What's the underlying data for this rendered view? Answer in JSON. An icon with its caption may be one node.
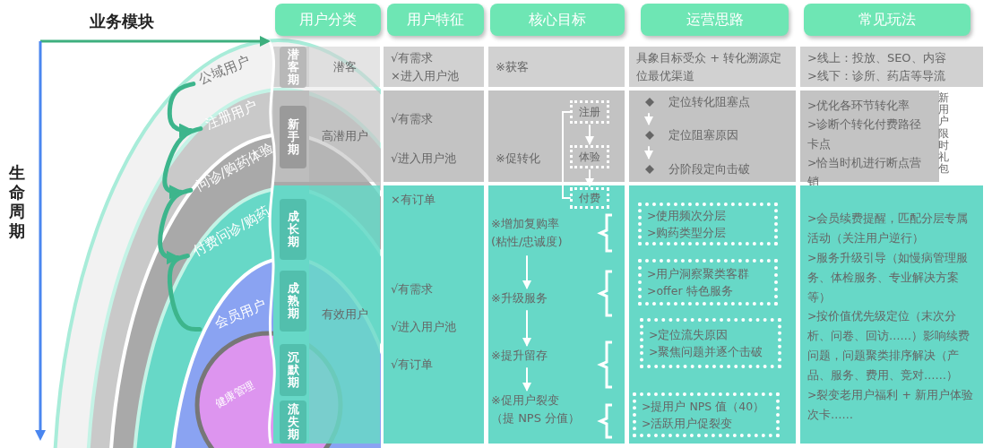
{
  "diagram": {
    "nodes": [
      {
        "text": [
          "公域用户"
        ]
      },
      {
        "text": [
          "注册用户"
        ]
      },
      {
        "text": [
          "问诊/购药体验"
        ]
      },
      {
        "text": [
          "付费问诊/购药"
        ]
      },
      {
        "text": [
          "会员用户"
        ]
      },
      {
        "text": [
          "健康管理"
        ]
      },
      {
        "text": [
          "用户分类"
        ]
      },
      {
        "text": [
          "用户特征"
        ]
      },
      {
        "text": [
          "核心目标"
        ]
      },
      {
        "text": [
          "运营思路"
        ]
      },
      {
        "text": [
          "常见玩法"
        ]
      },
      {
        "text": [
          "潜客期"
        ]
      },
      {
        "text": [
          "新手期"
        ]
      },
      {
        "text": [
          "成长期"
        ]
      },
      {
        "text": [
          "成熟期"
        ]
      },
      {
        "text": [
          "沉默期"
        ]
      },
      {
        "text": [
          "流失期"
        ]
      },
      {
        "text": [
          "潜客"
        ]
      },
      {
        "text": [
          "√有需求",
          "×进入用户池"
        ]
      },
      {
        "text": [
          "※获客"
        ]
      },
      {
        "text": [
          "具象目标受众 + 转化溯源定位最优渠道"
        ]
      },
      {
        "text": [
          ">线上：投放、SEO、内容",
          ">线下：诊所、药店等导流"
        ]
      },
      {
        "text": [
          "高潜用户"
        ]
      },
      {
        "text": [
          "√有需求",
          "√进入用户池"
        ]
      },
      {
        "text": [
          "※促转化"
        ]
      },
      {
        "text": [
          "注册"
        ],
        "in": 24
      },
      {
        "text": [
          "体验"
        ],
        "in": 24
      },
      {
        "text": [],
        "shape": "box"
      },
      {
        "text": [
          "定位转化阻塞点"
        ],
        "in": 27
      },
      {
        "text": [
          "定位阻塞原因"
        ],
        "in": 27
      },
      {
        "text": [
          "分阶段定向击破"
        ],
        "in": 27
      },
      {
        "text": [
          ">优化各环节转化率",
          ">诊断个转化付费路径卡点",
          ">恰当时机进行断点营销"
        ]
      },
      {
        "text": [
          "新用户限时礼包"
        ]
      },
      {
        "text": [
          "有效用户"
        ]
      },
      {
        "text": [
          "×有订单",
          "√有需求",
          "√进入用户池",
          "√有订单"
        ]
      },
      {
        "text": [],
        "shape": "box"
      },
      {
        "text": [
          "付费"
        ],
        "in": 35
      },
      {
        "text": [
          "※增加复购率(粘性/忠诚度)"
        ],
        "in": 35
      },
      {
        "text": [
          "※升级服务"
        ],
        "in": 35
      },
      {
        "text": [
          "※提升留存"
        ],
        "in": 35
      },
      {
        "text": [
          "※促用户裂变（提 NPS 分值）"
        ],
        "in": 35
      },
      {
        "text": [],
        "shape": "box"
      },
      {
        "text": [
          ">使用频次分层",
          ">购药类型分层"
        ],
        "in": 41
      },
      {
        "text": [
          ">用户洞察聚类客群",
          ">offer 特色服务"
        ],
        "in": 41
      },
      {
        "text": [
          ">定位流失原因",
          ">聚焦问题并逐个击破"
        ],
        "in": 41
      },
      {
        "text": [
          ">提用户 NPS 值（40）",
          ">活跃用户促裂变"
        ],
        "in": 41
      },
      {
        "text": [
          ">会员续费提醒，匹配分层专属活动（关注用户逆行）",
          ">服务升级引导（如慢病管理服务、体检服务、专业解决方案等）",
          ">按价值优先级定位（末次分析、问卷、回访……）影响续费问题，问题聚类排序解决（产品、服务、费用、竞对……）",
          ">裂变老用户福利 + 新用户体验次卡……"
        ]
      }
    ],
    "edges": [
      {
        "from": 0,
        "to": 1,
        "arrow": "to",
        "style": "thick",
        "color": "#3db58c"
      },
      {
        "from": 1,
        "to": 2,
        "arrow": "to",
        "style": "thick",
        "color": "#3db58c"
      },
      {
        "from": 2,
        "to": 3,
        "arrow": "to",
        "style": "thick",
        "color": "#3db58c"
      },
      {
        "from": 3,
        "to": 4,
        "arrow": "none",
        "style": "thick",
        "color": "#3db58c"
      },
      {
        "from": 25,
        "to": 26,
        "arrow": "to"
      },
      {
        "from": 26,
        "to": 36,
        "arrow": "to"
      },
      {
        "from": 28,
        "to": 29,
        "arrow": "to"
      },
      {
        "from": 29,
        "to": 30,
        "arrow": "to"
      },
      {
        "from": 37,
        "to": 38,
        "arrow": "to"
      },
      {
        "from": 38,
        "to": 39,
        "arrow": "to"
      },
      {
        "from": 39,
        "to": 40,
        "arrow": "to"
      },
      {
        "from": 25,
        "to": 36,
        "arrow": "none"
      }
    ],
    "labels": [
      "业务模块",
      "生命周期"
    ]
  }
}
